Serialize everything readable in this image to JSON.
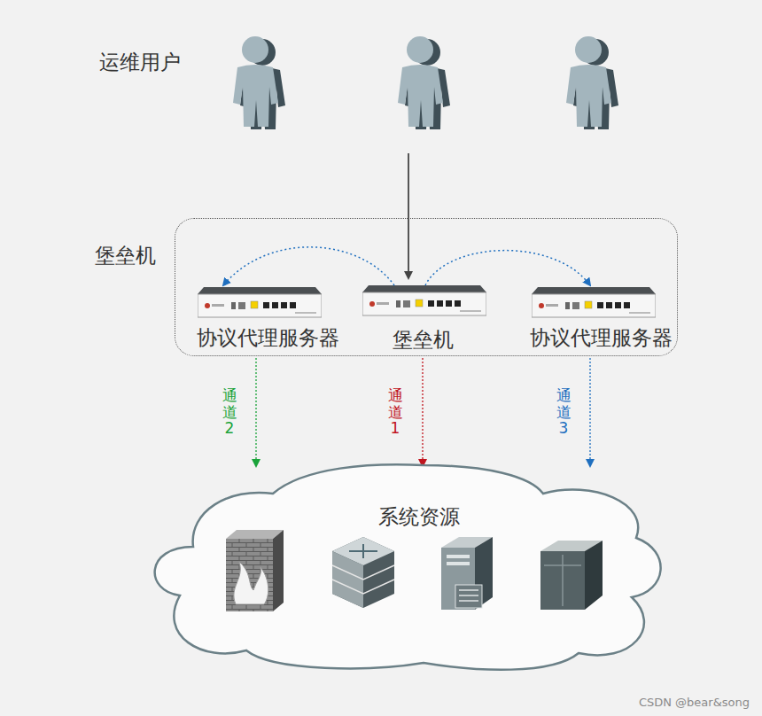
{
  "diagram": {
    "nodes": [
      {
        "text": [
          "运维用户"
        ]
      },
      {
        "text": [
          "堡垒机"
        ]
      },
      {
        "text": [
          "协议代理服务器"
        ],
        "in": 1
      },
      {
        "text": [
          "堡垒机"
        ],
        "in": 1
      },
      {
        "text": [
          "协议代理服务器"
        ],
        "in": 1
      },
      {
        "text": [
          "系统资源"
        ]
      }
    ],
    "edges": [
      {
        "from": 0,
        "to": 3,
        "arrow": "to"
      },
      {
        "from": 3,
        "to": 2,
        "arrow": "to"
      },
      {
        "from": 3,
        "to": 4,
        "arrow": "to"
      },
      {
        "from": 2,
        "to": 5,
        "label": "通道2",
        "arrow": "to"
      },
      {
        "from": 3,
        "to": 5,
        "label": "通道1",
        "arrow": "to"
      },
      {
        "from": 4,
        "to": 5,
        "label": "通道3",
        "arrow": "to"
      }
    ],
    "labels": [
      "CSDN @bear&song"
    ]
  }
}
